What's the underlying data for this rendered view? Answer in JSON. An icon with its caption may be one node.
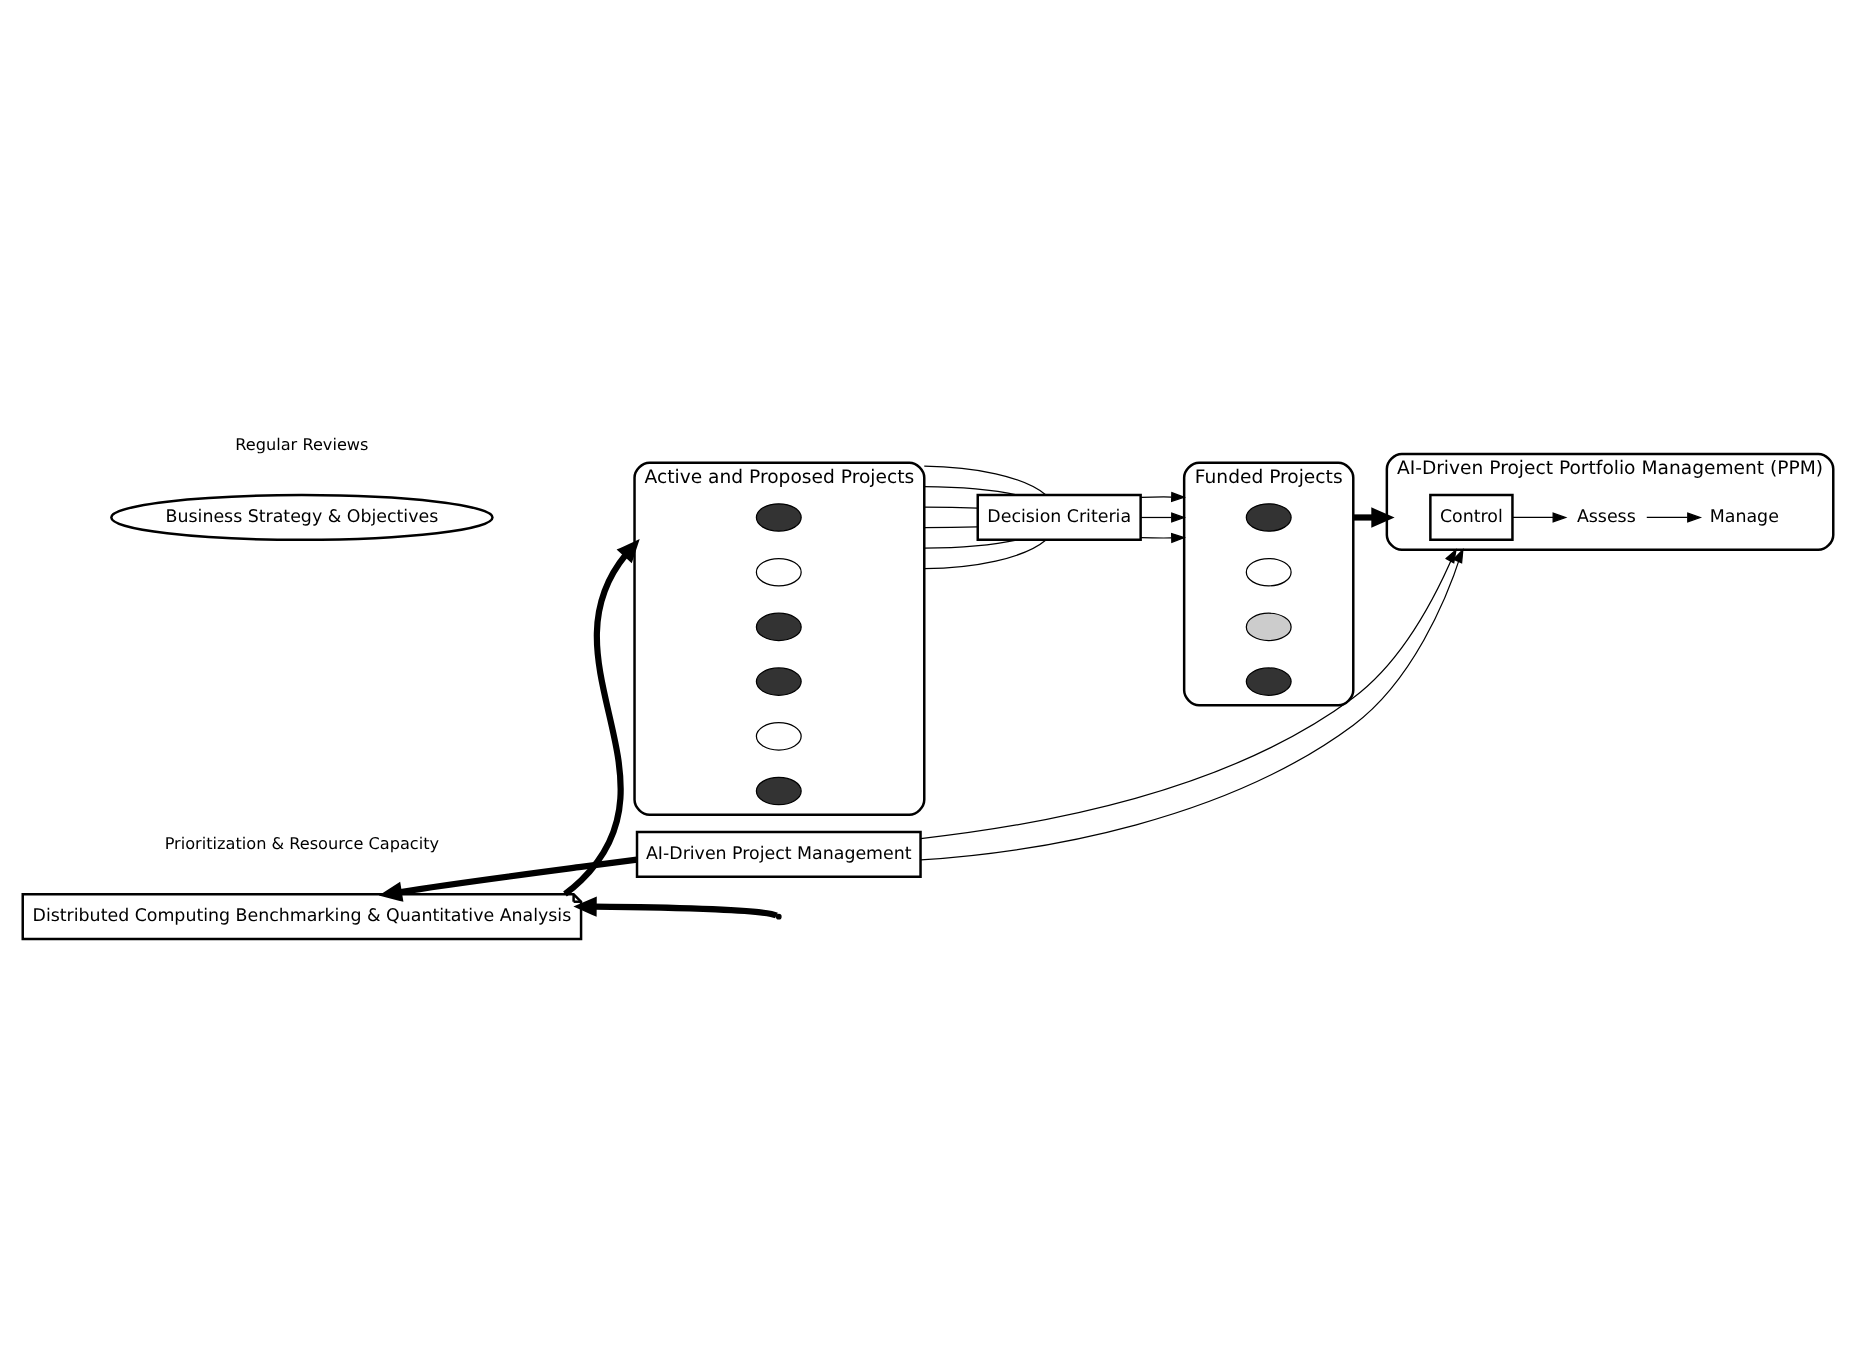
{
  "diagram": {
    "nodes": [
      {
        "text": [
          "Business Strategy & Objectives"
        ]
      },
      {
        "text": [
          "Active and Proposed Projects"
        ]
      },
      {
        "text": [],
        "shape": "ellipse",
        "in": 1
      },
      {
        "text": [],
        "shape": "ellipse",
        "in": 1
      },
      {
        "text": [],
        "shape": "ellipse",
        "in": 1
      },
      {
        "text": [],
        "shape": "ellipse",
        "in": 1
      },
      {
        "text": [],
        "shape": "ellipse",
        "in": 1
      },
      {
        "text": [],
        "shape": "ellipse",
        "in": 1
      },
      {
        "text": [
          "Decision Criteria"
        ]
      },
      {
        "text": [
          "Funded Projects"
        ]
      },
      {
        "text": [],
        "shape": "ellipse",
        "in": 9
      },
      {
        "text": [],
        "shape": "ellipse",
        "in": 9
      },
      {
        "text": [],
        "shape": "ellipse",
        "in": 9
      },
      {
        "text": [],
        "shape": "ellipse",
        "in": 9
      },
      {
        "text": [
          "AI-Driven Project Portfolio Management (PPM)"
        ]
      },
      {
        "text": [
          "Control"
        ],
        "in": 14
      },
      {
        "text": [
          "Assess"
        ],
        "in": 14
      },
      {
        "text": [
          "Manage"
        ],
        "in": 14
      },
      {
        "text": [
          "AI-Driven Project Management"
        ]
      },
      {
        "text": [
          "Distributed Computing Benchmarking & Quantitative Analysis"
        ]
      }
    ],
    "edges": [
      {
        "from": 1,
        "to": 8,
        "arrow": "none"
      },
      {
        "from": 1,
        "to": 8,
        "arrow": "none"
      },
      {
        "from": 1,
        "to": 8,
        "arrow": "none"
      },
      {
        "from": 1,
        "to": 8,
        "arrow": "none"
      },
      {
        "from": 1,
        "to": 8,
        "arrow": "none"
      },
      {
        "from": 1,
        "to": 8,
        "arrow": "none"
      },
      {
        "from": 8,
        "to": 9,
        "arrow": "to"
      },
      {
        "from": 8,
        "to": 9,
        "arrow": "to"
      },
      {
        "from": 8,
        "to": 9,
        "arrow": "to"
      },
      {
        "from": 9,
        "to": 14,
        "arrow": "to",
        "style": "thick"
      },
      {
        "from": 15,
        "to": 16,
        "arrow": "to"
      },
      {
        "from": 16,
        "to": 17,
        "arrow": "to"
      },
      {
        "from": 18,
        "to": 14,
        "arrow": "to"
      },
      {
        "from": 18,
        "to": 14,
        "arrow": "to"
      },
      {
        "from": 18,
        "to": 19,
        "arrow": "to",
        "style": "thick"
      },
      {
        "from": 19,
        "to": 1,
        "arrow": "to",
        "style": "thick"
      },
      {
        "from": null,
        "to": 19,
        "arrow": "to",
        "style": "thick"
      }
    ],
    "labels": [
      "Prioritization & Resource Capacity",
      "Regular Reviews"
    ]
  }
}
